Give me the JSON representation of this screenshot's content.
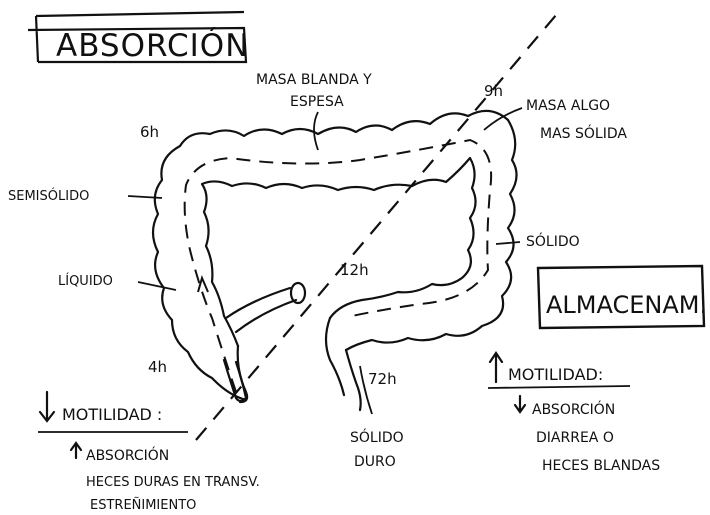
{
  "diagram": {
    "title_absorcion": "ABSORCIÓN",
    "title_almacenam": "ALMACENAM.",
    "labels": {
      "masa_blanda_1": "MASA BLANDA Y",
      "masa_blanda_2": "ESPESA",
      "masa_algo_1": "MASA ALGO",
      "masa_algo_2": "MAS SÓLIDA",
      "semisolido": "SEMISÓLIDO",
      "liquido": "LÍQUIDO",
      "solido": "SÓLIDO",
      "solido_duro_1": "SÓLIDO",
      "solido_duro_2": "DURO"
    },
    "times": {
      "t6": "6h",
      "t9": "9h",
      "t4": "4h",
      "t12": "12h",
      "t72": "72h"
    },
    "left_note": {
      "motilidad": "MOTILIDAD :",
      "absorcion": "ABSORCIÓN",
      "heces": "HECES DURAS EN TRANSV.",
      "estrenimiento": "ESTREÑIMIENTO"
    },
    "right_note": {
      "motilidad": "MOTILIDAD:",
      "absorcion": "ABSORCIÓN",
      "diarrea": "DIARREA O",
      "heces": "HECES BLANDAS"
    }
  }
}
